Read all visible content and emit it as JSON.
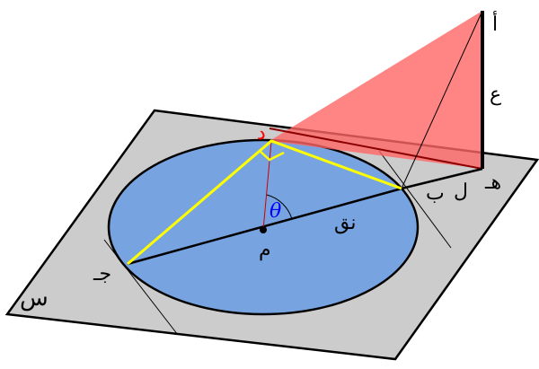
{
  "labels": {
    "A": "أ",
    "Ain": "ع",
    "H": "هـ",
    "L": "ل",
    "B": "ب",
    "D": "د",
    "theta": "θ",
    "M": "م",
    "radius": "نق",
    "J": "جـ",
    "S": "س"
  },
  "colors": {
    "plane": "#cccccc",
    "disk": "#77a3e0",
    "triangle": "#ff7f7f",
    "yellow": "#ffff00",
    "red_label": "#ff0000",
    "theta": "#0000ff"
  }
}
